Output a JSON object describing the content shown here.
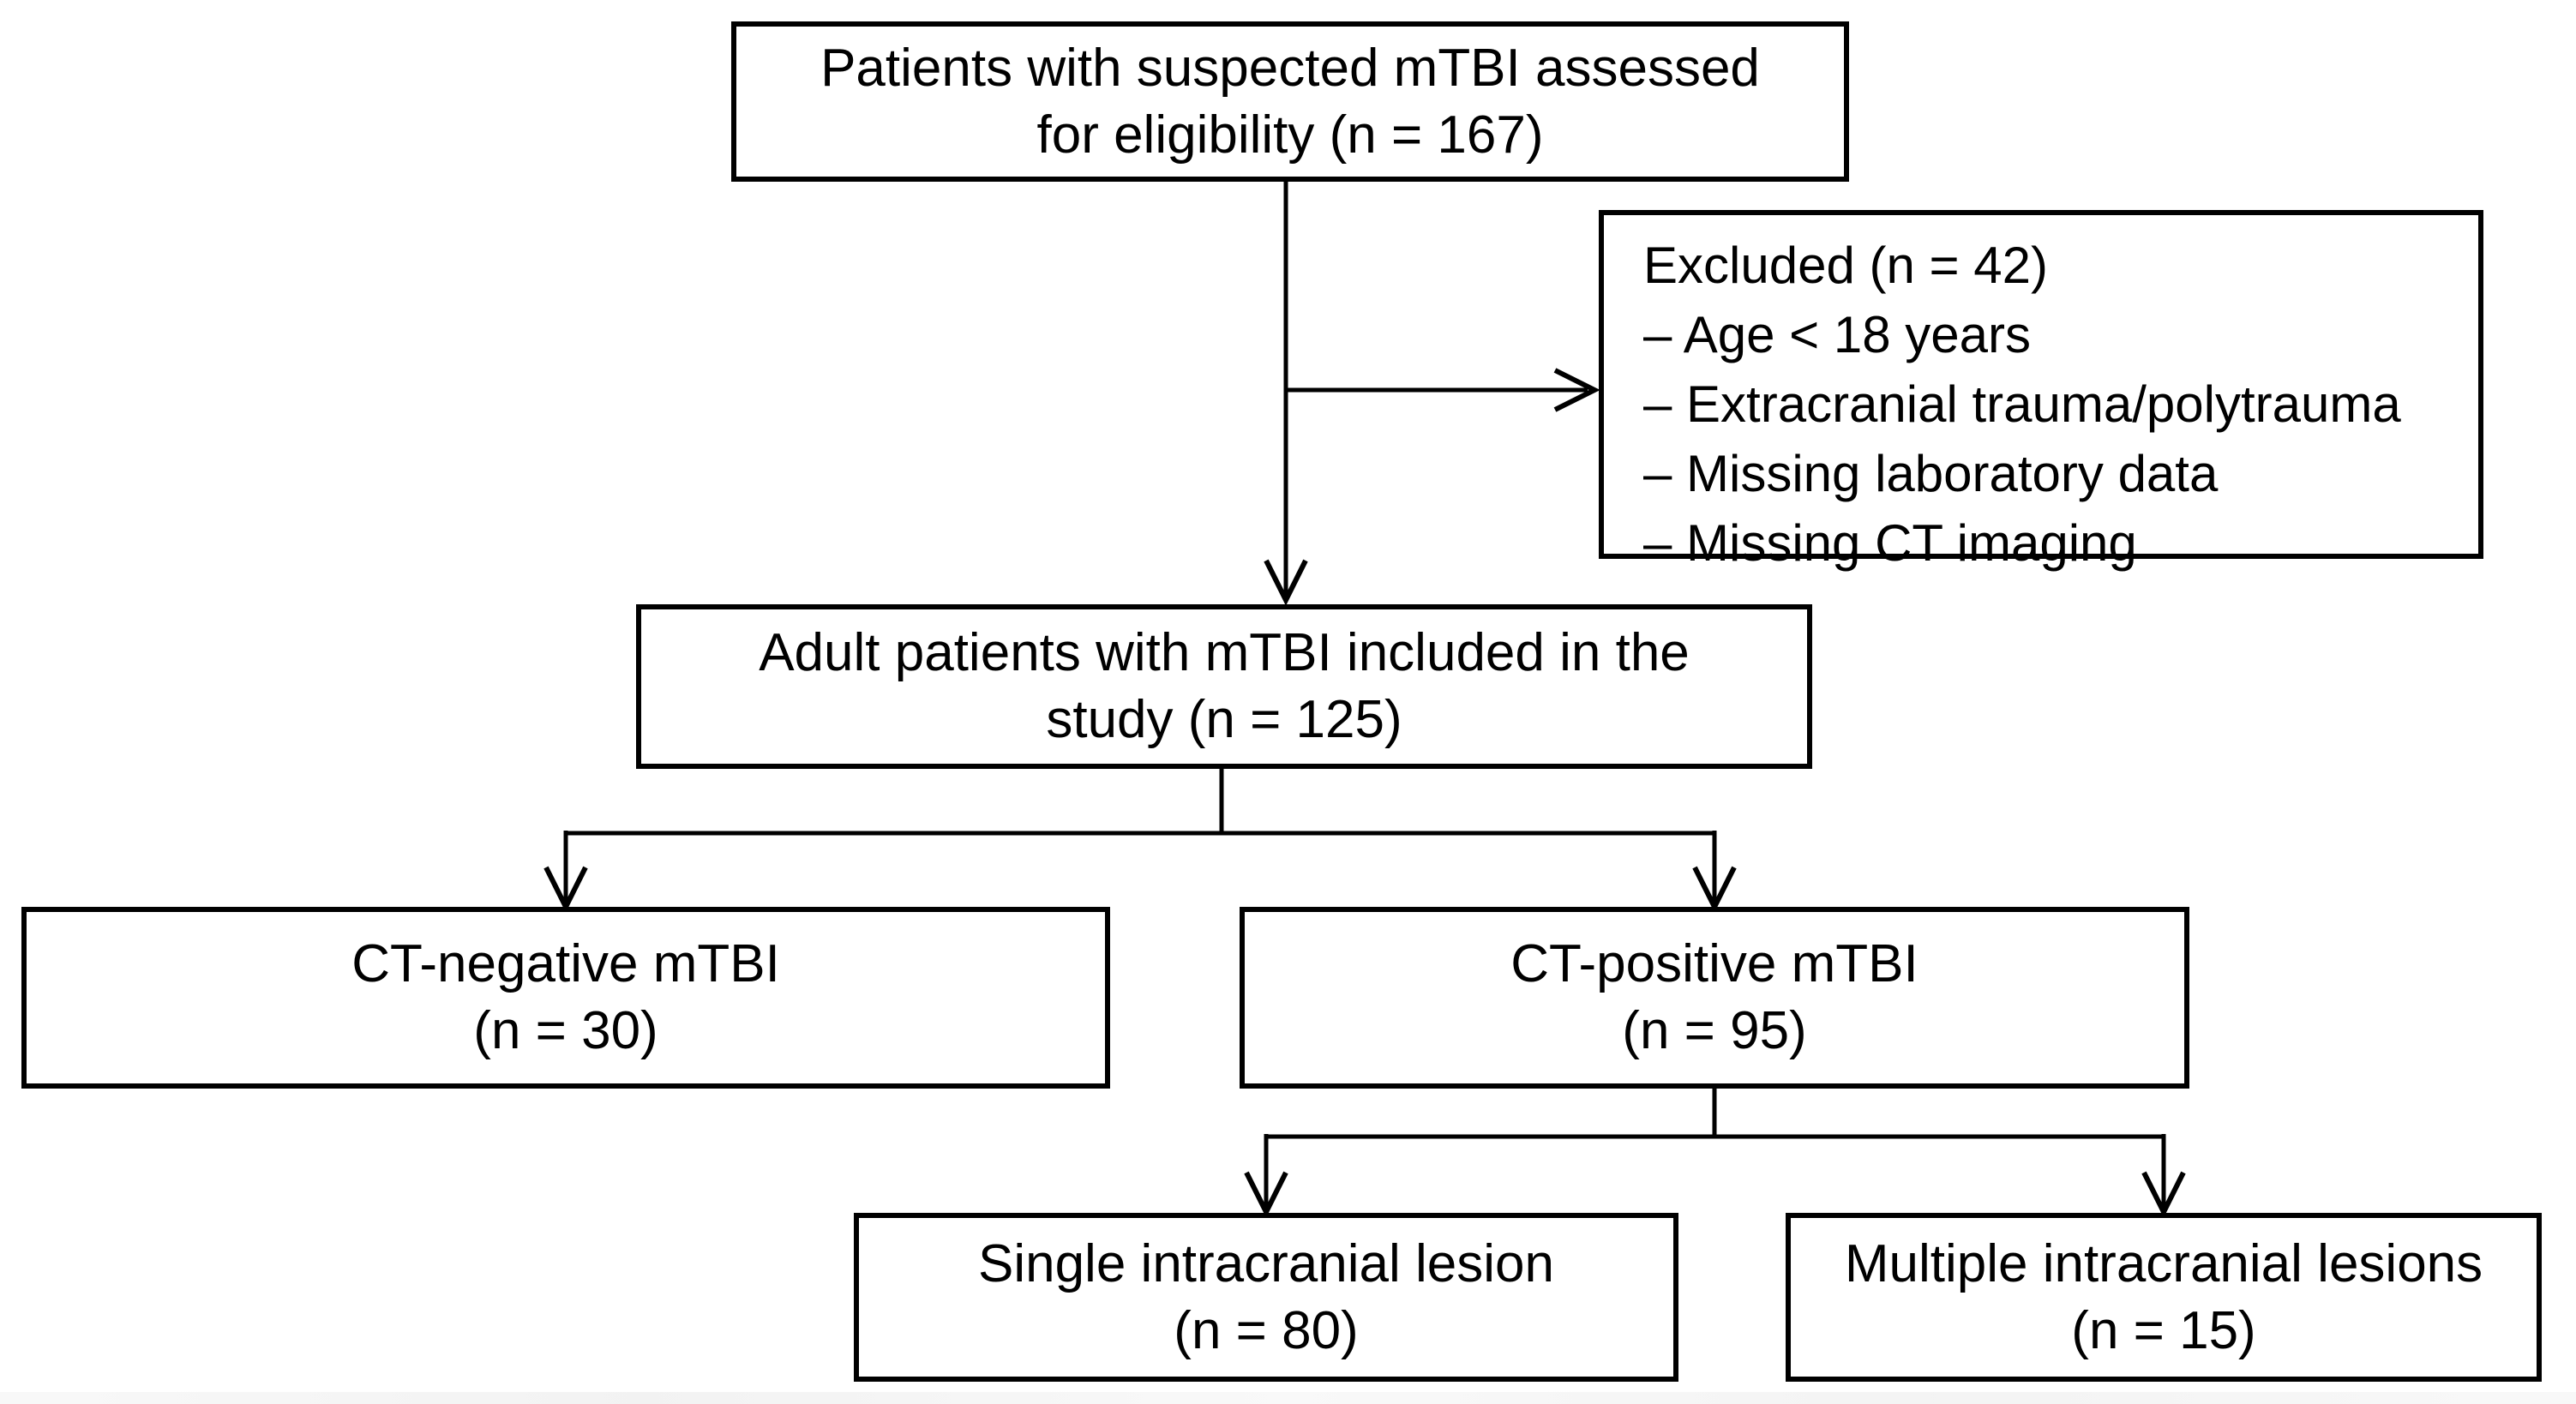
{
  "diagram": {
    "nodes": {
      "assessed": {
        "line1": "Patients with suspected mTBI assessed",
        "line2": "for eligibility (n = 167)",
        "n": 167
      },
      "excluded": {
        "title": "Excluded (n = 42)",
        "n": 42,
        "items": [
          "– Age < 18 years",
          "– Extracranial trauma/polytrauma",
          "– Missing laboratory data",
          "– Missing CT imaging"
        ]
      },
      "included": {
        "line1": "Adult patients with mTBI included in the",
        "line2": "study (n = 125)",
        "n": 125
      },
      "ct_negative": {
        "line1": "CT-negative mTBI",
        "line2": "(n = 30)",
        "n": 30
      },
      "ct_positive": {
        "line1": "CT-positive mTBI",
        "line2": "(n = 95)",
        "n": 95
      },
      "single_lesion": {
        "line1": "Single intracranial lesion",
        "line2": "(n = 80)",
        "n": 80
      },
      "multiple_lesions": {
        "line1": "Multiple intracranial lesions",
        "line2": "(n = 15)",
        "n": 15
      }
    },
    "colors": {
      "background": "#ffffff",
      "box_fill": "#ffffff",
      "box_border": "#000000",
      "text": "#000000",
      "connector": "#000000"
    }
  }
}
